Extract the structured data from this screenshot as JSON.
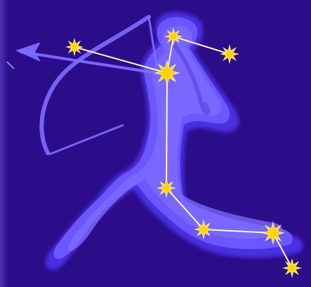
{
  "scene": {
    "background_color": "#2b0d8a",
    "side_stripe_color": "#6a53d8",
    "figure_glow_color": "#4c32e6",
    "figure_core_color": "#6b56ff",
    "figure_inner_color": "#7f6dff",
    "figure_outline_color": "#8f80ff",
    "bow_color": "#7e6cff",
    "constellation_line_color": "#fff6c7",
    "star_color": "#ffd200",
    "star_outline_color": "#ffef8a",
    "elements": [
      "archer-figure",
      "bow-and-arrow",
      "constellation-lines",
      "constellation-stars"
    ]
  }
}
